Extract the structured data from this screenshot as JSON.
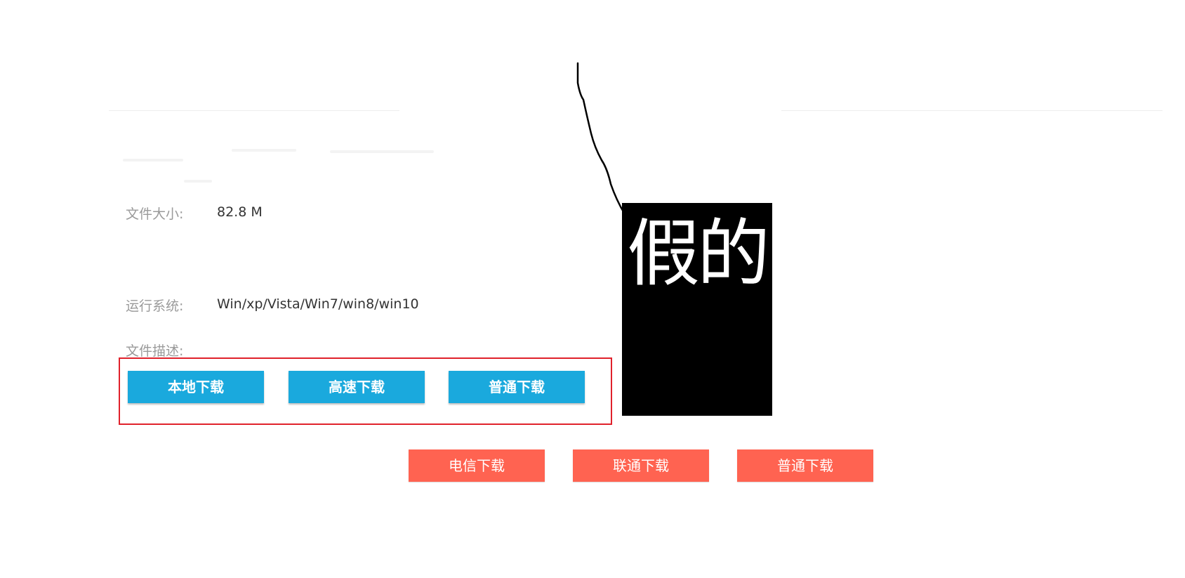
{
  "file_info": {
    "size_label": "文件大小:",
    "size_value": "82.8 M",
    "os_label": "运行系统:",
    "os_value": "Win/xp/Vista/Win7/win8/win10",
    "desc_label": "文件描述:"
  },
  "primary_downloads": {
    "local": "本地下载",
    "fast": "高速下载",
    "normal": "普通下载"
  },
  "secondary_downloads": {
    "telecom": "电信下载",
    "unicom": "联通下载",
    "normal": "普通下载"
  },
  "annotation": {
    "sign_text": "假的"
  },
  "colors": {
    "blue_button": "#1aa9dd",
    "red_button": "#ff6351",
    "highlight_border": "#e0212b"
  }
}
